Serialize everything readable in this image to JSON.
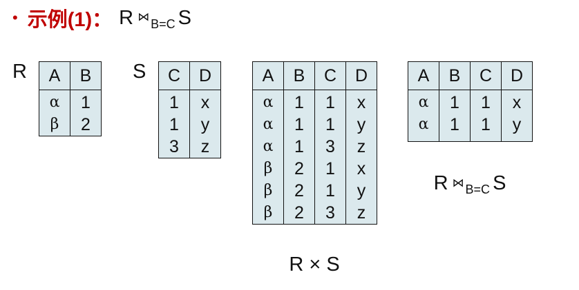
{
  "heading": {
    "bullet": "•",
    "prefix": "示例(1)：",
    "expr": {
      "left": "R",
      "join": "⋈",
      "sub": "B=C",
      "right": "S"
    }
  },
  "tables": {
    "R": {
      "label": "R",
      "columns": [
        "A",
        "B"
      ],
      "rows": [
        [
          "α",
          "1"
        ],
        [
          "β",
          "2"
        ]
      ]
    },
    "S": {
      "label": "S",
      "columns": [
        "C",
        "D"
      ],
      "rows": [
        [
          "1",
          "x"
        ],
        [
          "1",
          "y"
        ],
        [
          "3",
          "z"
        ]
      ]
    },
    "RxS": {
      "columns": [
        "A",
        "B",
        "C",
        "D"
      ],
      "rows": [
        [
          "α",
          "1",
          "1",
          "x"
        ],
        [
          "α",
          "1",
          "1",
          "y"
        ],
        [
          "α",
          "1",
          "3",
          "z"
        ],
        [
          "β",
          "2",
          "1",
          "x"
        ],
        [
          "β",
          "2",
          "1",
          "y"
        ],
        [
          "β",
          "2",
          "3",
          "z"
        ]
      ],
      "caption": "R × S"
    },
    "join": {
      "columns": [
        "A",
        "B",
        "C",
        "D"
      ],
      "rows": [
        [
          "α",
          "1",
          "1",
          "x"
        ],
        [
          "α",
          "1",
          "1",
          "y"
        ]
      ],
      "caption": {
        "left": "R",
        "join": "⋈",
        "sub": "B=C",
        "right": "S"
      }
    }
  },
  "colors": {
    "accent": "#c00000",
    "table_fill": "#dbe9ed"
  }
}
